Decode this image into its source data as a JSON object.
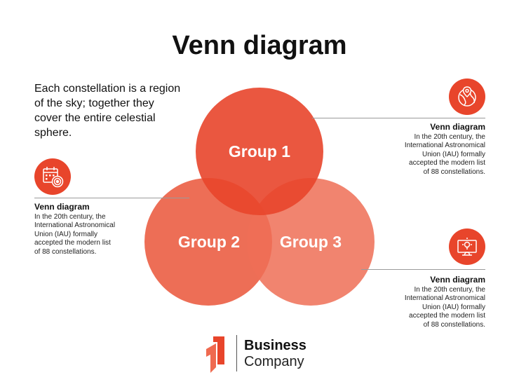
{
  "title": "Venn diagram",
  "intro": "Each constellation is a region of the sky; together they cover the entire celestial sphere.",
  "groups": {
    "g1": "Group 1",
    "g2": "Group 2",
    "g3": "Group 3"
  },
  "colors": {
    "accent": "#e8452b",
    "group1": "#e8452b",
    "group2": "#ea5a3f",
    "group3": "#ee6e56"
  },
  "blocks": [
    {
      "icon": "globe-location-icon",
      "heading": "Venn diagram",
      "lines": [
        "In the 20th century, the",
        "International Astronomical",
        "Union (IAU) formally",
        "accepted the modern list",
        "of 88 constellations."
      ]
    },
    {
      "icon": "calendar-target-icon",
      "heading": "Venn diagram",
      "lines": [
        "In the 20th century, the",
        "International Astronomical",
        "Union (IAU) formally",
        "accepted the modern list",
        "of 88 constellations."
      ]
    },
    {
      "icon": "computer-idea-icon",
      "heading": "Venn diagram",
      "lines": [
        "In the 20th century, the",
        "International Astronomical",
        "Union (IAU) formally",
        "accepted the modern list",
        "of 88 constellations."
      ]
    }
  ],
  "brand": {
    "name": "Business",
    "sub": "Company"
  }
}
